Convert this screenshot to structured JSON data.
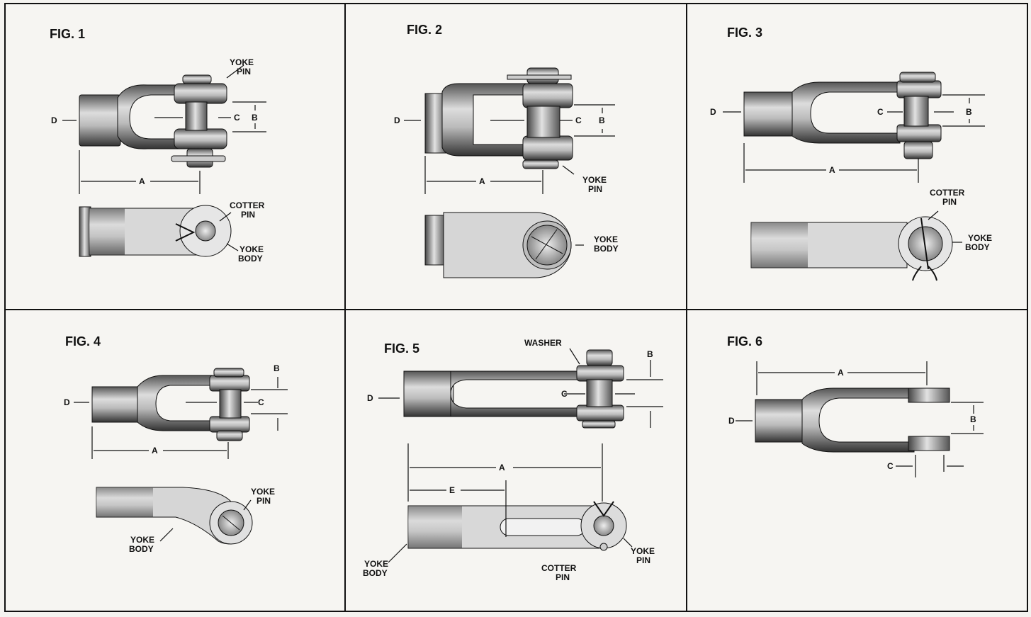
{
  "figures": [
    {
      "title": "FIG. 1",
      "dims": {
        "a": "A",
        "b": "B",
        "c": "C",
        "d": "D"
      },
      "labels": {
        "yoke_pin": [
          "YOKE",
          "PIN"
        ],
        "cotter_pin": [
          "COTTER",
          "PIN"
        ],
        "yoke_body": [
          "YOKE",
          "BODY"
        ]
      }
    },
    {
      "title": "FIG. 2",
      "dims": {
        "a": "A",
        "b": "B",
        "c": "C",
        "d": "D"
      },
      "labels": {
        "yoke_pin": [
          "YOKE",
          "PIN"
        ],
        "yoke_body": [
          "YOKE",
          "BODY"
        ]
      }
    },
    {
      "title": "FIG. 3",
      "dims": {
        "a": "A",
        "b": "B",
        "c": "C",
        "d": "D"
      },
      "labels": {
        "cotter_pin": [
          "COTTER",
          "PIN"
        ],
        "yoke_body": [
          "YOKE",
          "BODY"
        ]
      }
    },
    {
      "title": "FIG. 4",
      "dims": {
        "a": "A",
        "b": "B",
        "c": "C",
        "d": "D"
      },
      "labels": {
        "yoke_pin": [
          "YOKE",
          "PIN"
        ],
        "yoke_body": [
          "YOKE",
          "BODY"
        ]
      }
    },
    {
      "title": "FIG. 5",
      "dims": {
        "a": "A",
        "b": "B",
        "c": "C",
        "d": "D",
        "e": "E"
      },
      "labels": {
        "washer": "WASHER",
        "yoke_body": [
          "YOKE",
          "BODY"
        ],
        "cotter_pin": [
          "COTTER",
          "PIN"
        ],
        "yoke_pin": [
          "YOKE",
          "PIN"
        ]
      }
    },
    {
      "title": "FIG. 6",
      "dims": {
        "a": "A",
        "b": "B",
        "c": "C",
        "d": "D"
      }
    }
  ]
}
